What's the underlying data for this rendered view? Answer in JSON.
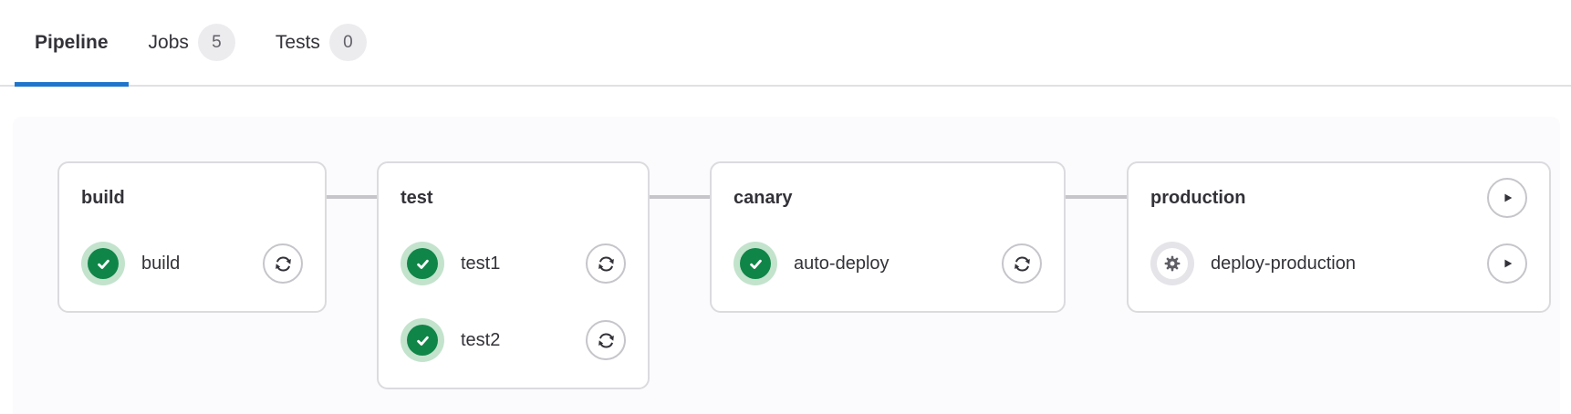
{
  "tabs": [
    {
      "label": "Pipeline",
      "active": true
    },
    {
      "label": "Jobs",
      "badge": "5"
    },
    {
      "label": "Tests",
      "badge": "0"
    }
  ],
  "pipeline": {
    "stages": [
      {
        "name": "build",
        "header_action": null,
        "jobs": [
          {
            "name": "build",
            "status": "success",
            "action": "retry"
          }
        ]
      },
      {
        "name": "test",
        "header_action": null,
        "jobs": [
          {
            "name": "test1",
            "status": "success",
            "action": "retry"
          },
          {
            "name": "test2",
            "status": "success",
            "action": "retry"
          }
        ]
      },
      {
        "name": "canary",
        "header_action": null,
        "jobs": [
          {
            "name": "auto-deploy",
            "status": "success",
            "action": "retry"
          }
        ]
      },
      {
        "name": "production",
        "header_action": "play",
        "jobs": [
          {
            "name": "deploy-production",
            "status": "manual",
            "action": "play"
          }
        ]
      }
    ]
  },
  "icons": {
    "success": "check-circle-icon",
    "manual": "gear-icon",
    "retry": "retry-icon",
    "play": "play-icon"
  },
  "colors": {
    "accent_blue": "#1f75cb",
    "success_green": "#108548",
    "success_halo": "#c3e3cd",
    "manual_halo": "#e5e4e8",
    "badge_bg": "#ececef",
    "badge_text": "#626168",
    "card_border": "#dbdbdf",
    "connector": "#c6c5ca",
    "panel_bg": "#fbfafc",
    "text": "#333238"
  }
}
